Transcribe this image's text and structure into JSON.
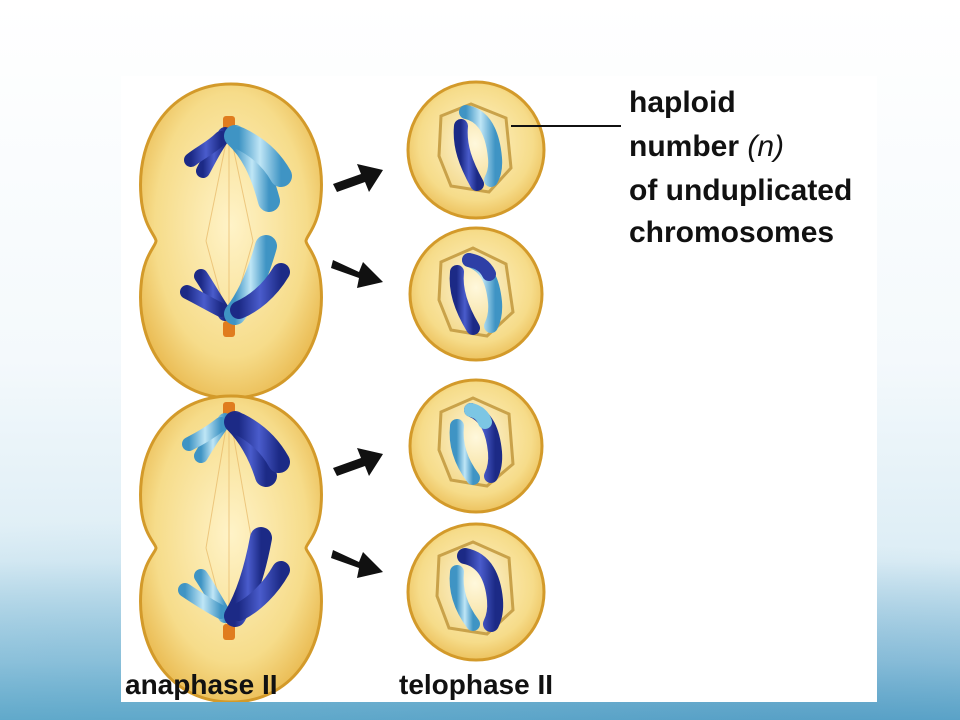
{
  "callout": {
    "line1": "haploid",
    "line2_prefix": "number ",
    "line2_italic": "(n)",
    "line3": "of unduplicated",
    "line4": "chromosomes"
  },
  "stage_labels": {
    "left": "anaphase II",
    "right": "telophase II"
  },
  "colors": {
    "cell_fill": "#f6dc8a",
    "cell_edge": "#d39a2a",
    "nucleus_edge": "#c9a24a",
    "dark_chromosome": "#2e3fa6",
    "light_chromosome": "#7cc6e4",
    "centrosome": "#e07c1e",
    "arrow": "#111111"
  }
}
